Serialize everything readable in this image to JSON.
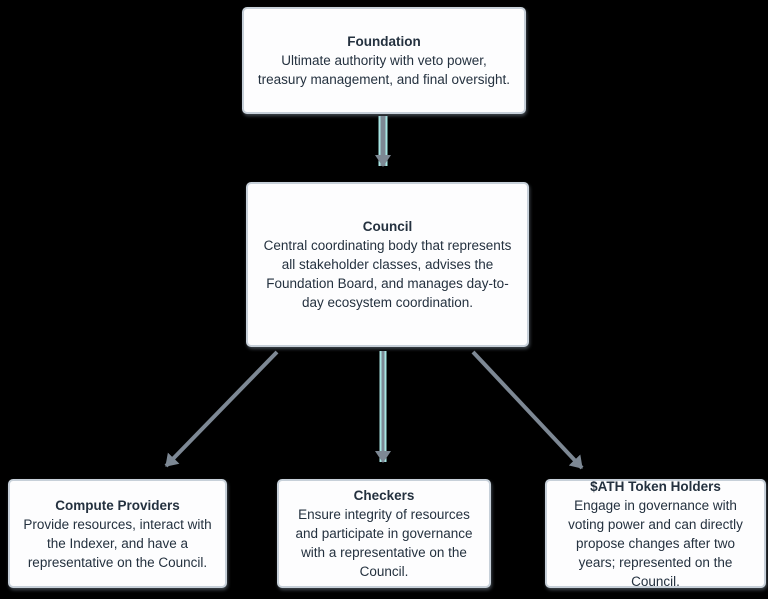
{
  "diagram": {
    "title": "Governance structure diagram",
    "colors": {
      "background": "#000000",
      "box_bg": "#fdfdfe",
      "box_border": "#c7d0d9",
      "text": "#24313f",
      "arrow_gray": "#7d8894",
      "arrow_cyan": "#a7e6e3"
    },
    "nodes": {
      "foundation": {
        "title": "Foundation",
        "body": "Ultimate authority with veto power, treasury management, and final oversight."
      },
      "council": {
        "title": "Council",
        "body": "Central coordinating body that represents all stakeholder classes, advises the Foundation Board, and manages day-to-day ecosystem coordination."
      },
      "compute_providers": {
        "title": "Compute Providers",
        "body": "Provide resources, interact with the Indexer, and have a representative on the Council."
      },
      "checkers": {
        "title": "Checkers",
        "body": "Ensure integrity of resources and participate in governance with a representative on the Council."
      },
      "ath_token_holders": {
        "title": "$ATH Token Holders",
        "body": "Engage in governance with voting power and can directly propose changes after two years; represented on the Council."
      }
    },
    "edges": [
      {
        "from": "foundation",
        "to": "council"
      },
      {
        "from": "council",
        "to": "compute_providers"
      },
      {
        "from": "council",
        "to": "checkers"
      },
      {
        "from": "council",
        "to": "ath_token_holders"
      }
    ]
  }
}
